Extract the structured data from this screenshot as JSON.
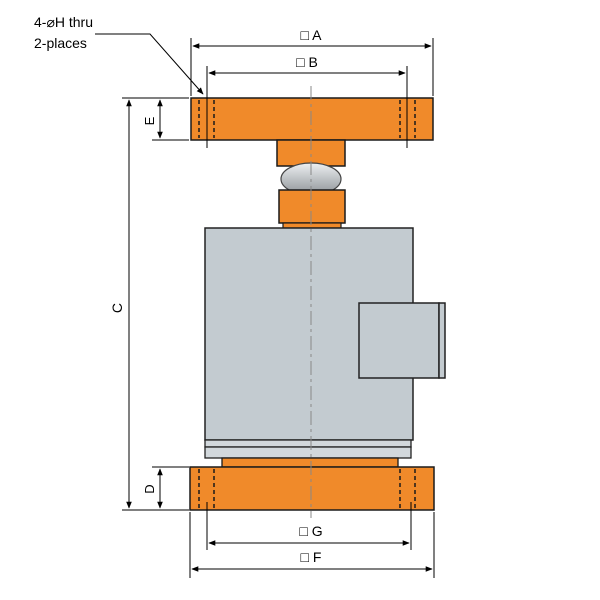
{
  "note": {
    "line1": "4-⌀H thru",
    "line2": "2-places"
  },
  "dimensions": {
    "A": "□ A",
    "B": "□ B",
    "C": "C",
    "D": "D",
    "E": "E",
    "F": "□ F",
    "G": "□ G"
  },
  "colors": {
    "flange": "#f08a2a",
    "flange_stroke": "#1a1a1a",
    "body": "#c3cbd0",
    "ring": "#d2d8dc",
    "ball": "#c9cdd0",
    "line": "#000000",
    "centerline": "#888888"
  }
}
